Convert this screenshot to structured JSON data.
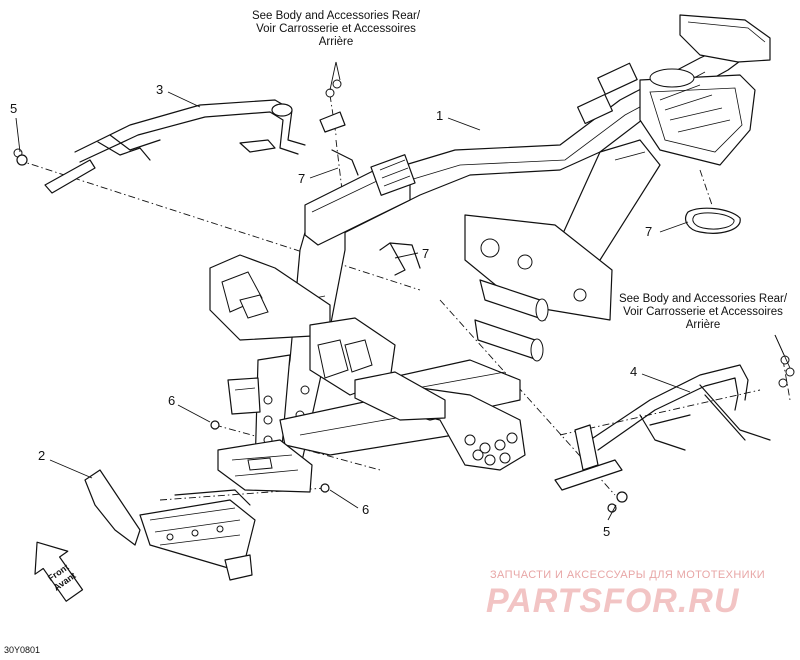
{
  "callouts": {
    "c1": "1",
    "c2": "2",
    "c3": "3",
    "c4": "4",
    "c5a": "5",
    "c5b": "5",
    "c6a": "6",
    "c6b": "6",
    "c7a": "7",
    "c7b": "7",
    "c7c": "7"
  },
  "notes": {
    "top": [
      "See Body and Accessories Rear/",
      "Voir Carrosserie et Accessoires",
      "Arrière"
    ],
    "right": [
      "See Body and Accessories Rear/",
      "Voir Carrosserie et Accessoires",
      "Arrière"
    ]
  },
  "front_arrow": [
    "Front",
    "Avant"
  ],
  "diagram_code": "30Y0801",
  "watermark": {
    "line1": "ЗАПЧАСТИ И АКСЕССУАРЫ ДЛЯ МОТОТЕХНИКИ",
    "line2": "PARTSFOR.RU"
  }
}
